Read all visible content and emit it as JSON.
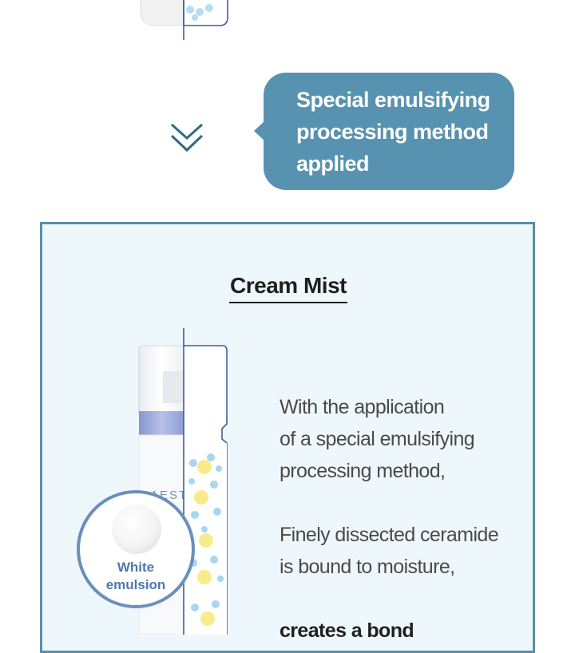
{
  "bubble": {
    "lines": [
      "Special emulsifying",
      "processing method",
      "applied"
    ]
  },
  "panel": {
    "title": "Cream Mist",
    "paragraph1": [
      "With the application",
      "of a special emulsifying",
      "processing method,"
    ],
    "paragraph2": [
      "Finely dissected ceramide",
      "is bound to moisture,"
    ],
    "paragraph3_partial": "creates a bond"
  },
  "emulsion_badge": {
    "lines": [
      "White",
      "emulsion"
    ]
  },
  "bottle_label_fragment": "AEST",
  "colors": {
    "bubble": "#5792b0",
    "panel_border": "#5b8ea8",
    "panel_bg": "#eef8fc",
    "badge_border": "#6a8fbc",
    "badge_text": "#4f77ad",
    "chevron": "#2e6a84"
  }
}
